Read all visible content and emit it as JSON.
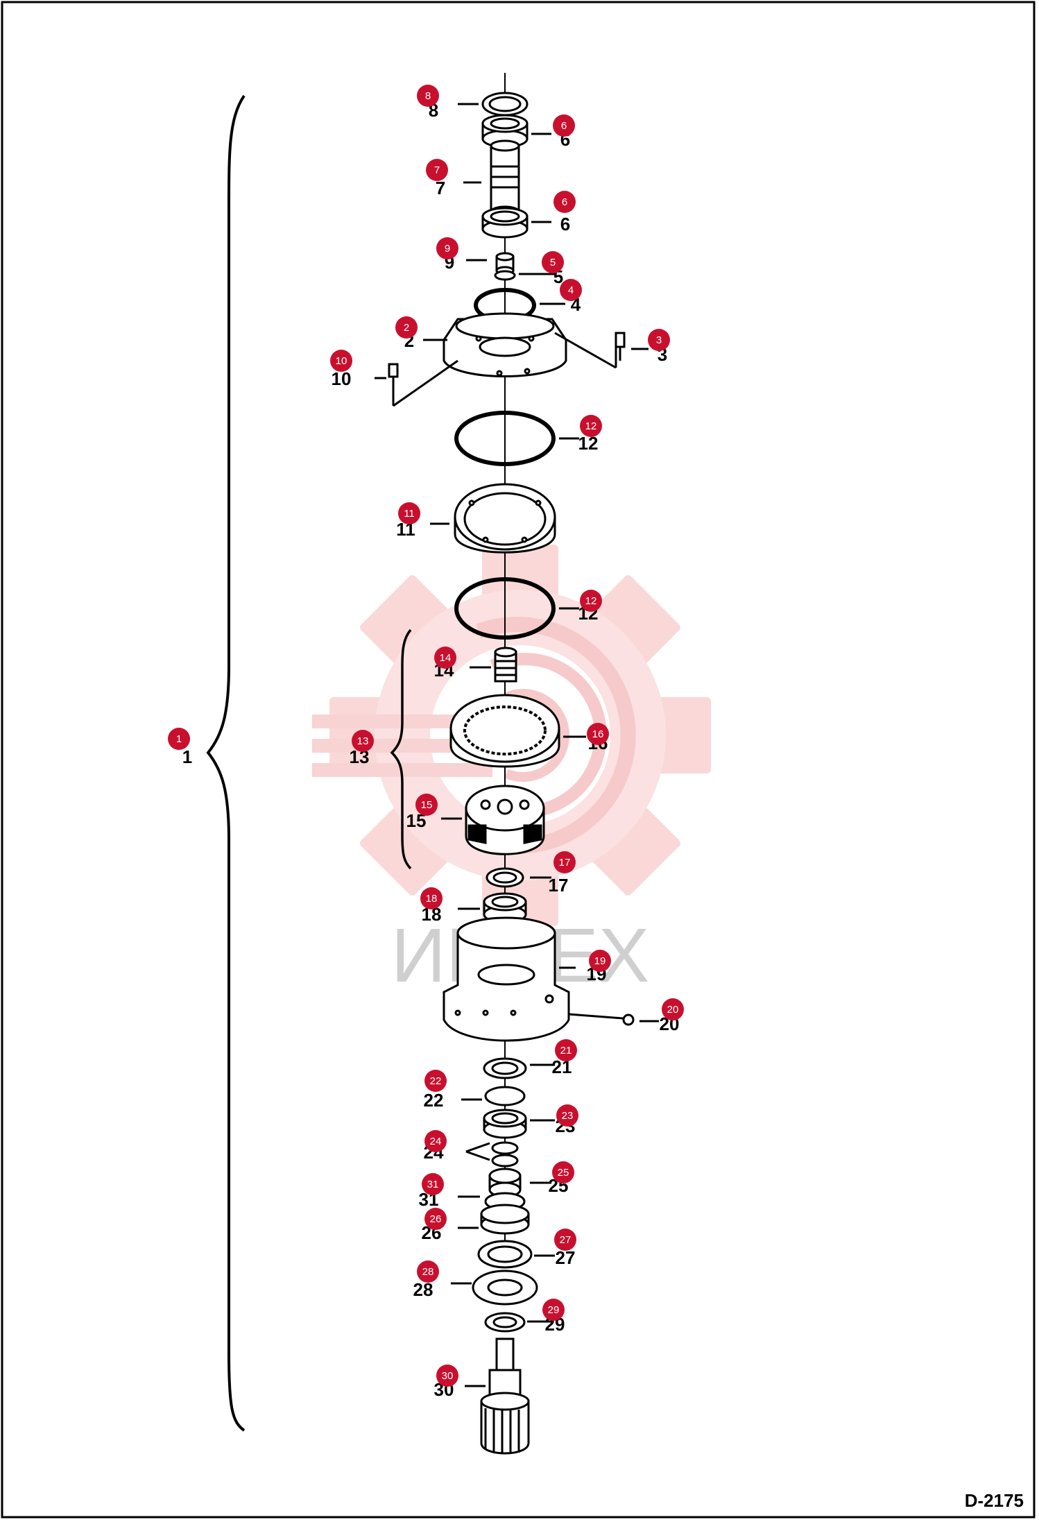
{
  "diagram_ref": "D-2175",
  "watermark_text": "ИНТЕХ",
  "badge_color": "#c8102e",
  "callouts": [
    {
      "num": "1",
      "label": "1"
    },
    {
      "num": "2",
      "label": "2"
    },
    {
      "num": "3",
      "label": "3"
    },
    {
      "num": "4",
      "label": "4"
    },
    {
      "num": "5",
      "label": "5"
    },
    {
      "num": "6",
      "label": "6"
    },
    {
      "num": "6",
      "label": "6"
    },
    {
      "num": "7",
      "label": "7"
    },
    {
      "num": "8",
      "label": "8"
    },
    {
      "num": "9",
      "label": "9"
    },
    {
      "num": "10",
      "label": "10"
    },
    {
      "num": "11",
      "label": "11"
    },
    {
      "num": "12",
      "label": "12"
    },
    {
      "num": "12",
      "label": "12"
    },
    {
      "num": "13",
      "label": "13"
    },
    {
      "num": "14",
      "label": "14"
    },
    {
      "num": "15",
      "label": "15"
    },
    {
      "num": "16",
      "label": "16"
    },
    {
      "num": "17",
      "label": "17"
    },
    {
      "num": "18",
      "label": "18"
    },
    {
      "num": "19",
      "label": "19"
    },
    {
      "num": "20",
      "label": "20"
    },
    {
      "num": "21",
      "label": "21"
    },
    {
      "num": "22",
      "label": "22"
    },
    {
      "num": "23",
      "label": "23"
    },
    {
      "num": "24",
      "label": "24"
    },
    {
      "num": "25",
      "label": "25"
    },
    {
      "num": "31",
      "label": "31"
    },
    {
      "num": "26",
      "label": "26"
    },
    {
      "num": "27",
      "label": "27"
    },
    {
      "num": "28",
      "label": "28"
    },
    {
      "num": "29",
      "label": "29"
    },
    {
      "num": "30",
      "label": "30"
    }
  ]
}
